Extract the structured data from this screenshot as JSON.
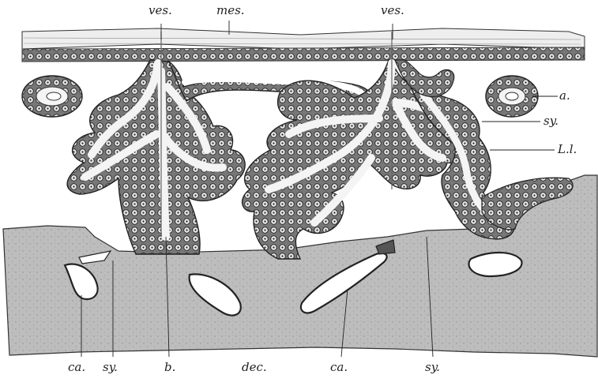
{
  "labels": {
    "ves_left": "ves.",
    "mes": "mes.",
    "ves_right": "ves.",
    "a": "a.",
    "sy_right": "sy.",
    "ll": "L.l.",
    "ca_left": "ca.",
    "sy_left": "sy.",
    "b": "b.",
    "dec": "dec.",
    "ca_right": "ca.",
    "sy_bottom": "sy."
  },
  "colors": {
    "ink": "#222222",
    "decidua": "#b9b9b9",
    "mesoderm": "#e9e9e9",
    "trophoblast": "#6a6a6a",
    "paper": "#ffffff"
  }
}
